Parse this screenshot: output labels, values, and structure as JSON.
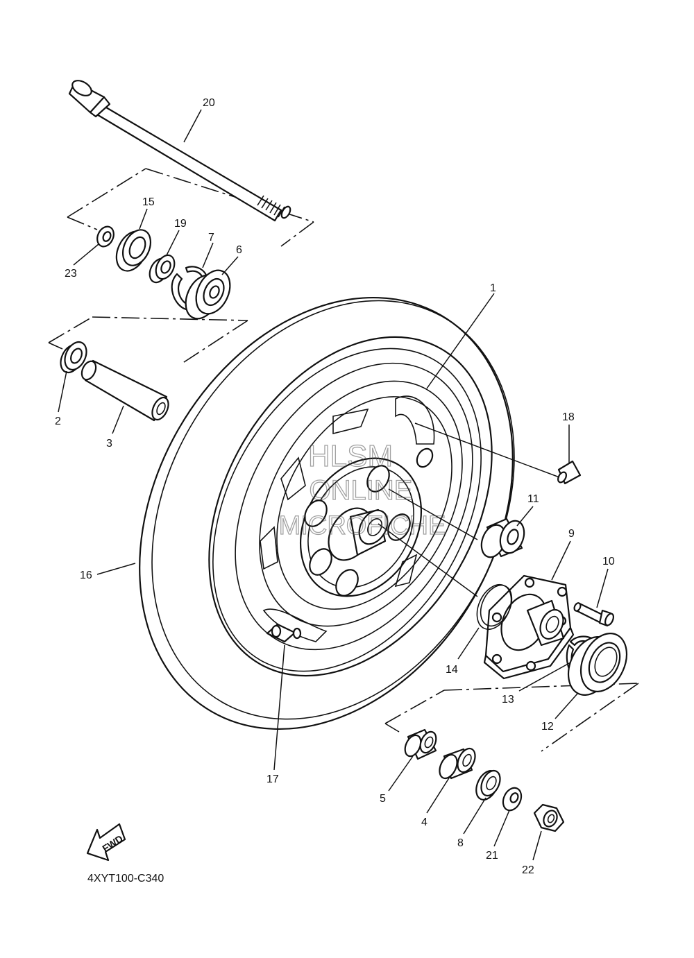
{
  "diagram": {
    "drawing_code": "4XYT100-C340",
    "fwd_label": "FWD",
    "watermark": [
      "HLSM",
      "ONLINE",
      "MICROFICHE"
    ],
    "callouts": [
      "1",
      "2",
      "3",
      "4",
      "5",
      "6",
      "7",
      "8",
      "9",
      "10",
      "11",
      "12",
      "13",
      "14",
      "15",
      "16",
      "17",
      "18",
      "19",
      "20",
      "21",
      "22",
      "23"
    ]
  }
}
